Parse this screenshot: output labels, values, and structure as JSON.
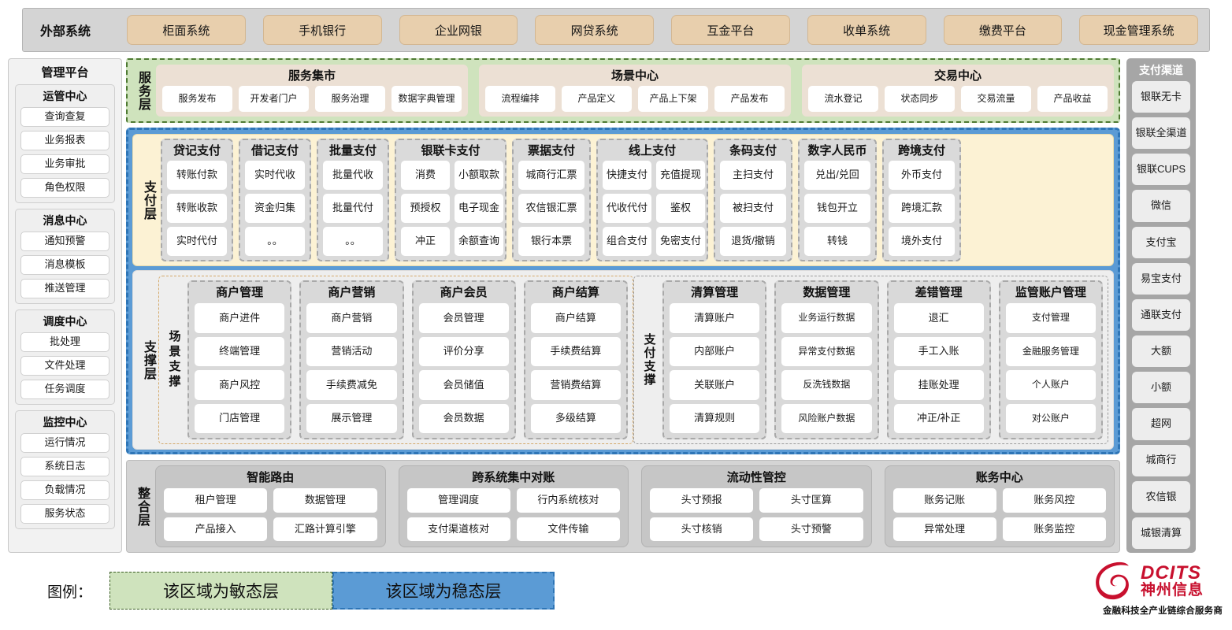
{
  "external_systems": {
    "title": "外部系统",
    "items": [
      "柜面系统",
      "手机银行",
      "企业网银",
      "网贷系统",
      "互金平台",
      "收单系统",
      "缴费平台",
      "现金管理系统"
    ]
  },
  "management_platform": {
    "title": "管理平台",
    "groups": [
      {
        "title": "运管中心",
        "items": [
          "查询查复",
          "业务报表",
          "业务审批",
          "角色权限"
        ]
      },
      {
        "title": "消息中心",
        "items": [
          "通知预警",
          "消息模板",
          "推送管理"
        ]
      },
      {
        "title": "调度中心",
        "items": [
          "批处理",
          "文件处理",
          "任务调度"
        ]
      },
      {
        "title": "监控中心",
        "items": [
          "运行情况",
          "系统日志",
          "负载情况",
          "服务状态"
        ]
      }
    ]
  },
  "service_layer": {
    "label": "服务层",
    "groups": [
      {
        "title": "服务集市",
        "items": [
          "服务发布",
          "开发者门户",
          "服务治理",
          "数据字典管理"
        ]
      },
      {
        "title": "场景中心",
        "items": [
          "流程编排",
          "产品定义",
          "产品上下架",
          "产品发布"
        ]
      },
      {
        "title": "交易中心",
        "items": [
          "流水登记",
          "状态同步",
          "交易流量",
          "产品收益"
        ]
      }
    ]
  },
  "payment_layer": {
    "label": "支付层",
    "groups": [
      {
        "title": "贷记支付",
        "cols": 1,
        "rows": [
          [
            "转账付款"
          ],
          [
            "转账收款"
          ],
          [
            "实时代付"
          ]
        ]
      },
      {
        "title": "借记支付",
        "cols": 1,
        "rows": [
          [
            "实时代收"
          ],
          [
            "资金归集"
          ],
          [
            "。。"
          ]
        ]
      },
      {
        "title": "批量支付",
        "cols": 1,
        "rows": [
          [
            "批量代收"
          ],
          [
            "批量代付"
          ],
          [
            "。。"
          ]
        ]
      },
      {
        "title": "银联卡支付",
        "cols": 2,
        "rows": [
          [
            "消费",
            "小额取款"
          ],
          [
            "预授权",
            "电子现金"
          ],
          [
            "冲正",
            "余额查询"
          ]
        ]
      },
      {
        "title": "票据支付",
        "cols": 1,
        "rows": [
          [
            "城商行汇票"
          ],
          [
            "农信银汇票"
          ],
          [
            "银行本票"
          ]
        ]
      },
      {
        "title": "线上支付",
        "cols": 2,
        "rows": [
          [
            "快捷支付",
            "充值提现"
          ],
          [
            "代收代付",
            "鉴权"
          ],
          [
            "组合支付",
            "免密支付"
          ]
        ]
      },
      {
        "title": "条码支付",
        "cols": 1,
        "rows": [
          [
            "主扫支付"
          ],
          [
            "被扫支付"
          ],
          [
            "退货/撤销"
          ]
        ]
      },
      {
        "title": "数字人民币",
        "cols": 1,
        "rows": [
          [
            "兑出/兑回"
          ],
          [
            "钱包开立"
          ],
          [
            "转钱"
          ]
        ]
      },
      {
        "title": "跨境支付",
        "cols": 1,
        "rows": [
          [
            "外币支付"
          ],
          [
            "跨境汇款"
          ],
          [
            "境外支付"
          ]
        ]
      }
    ]
  },
  "support_layer": {
    "label": "支撑层",
    "scene_label": "场景支撑",
    "pay_label": "支付支撑",
    "scene_columns": [
      {
        "title": "商户管理",
        "items": [
          "商户进件",
          "终端管理",
          "商户风控",
          "门店管理"
        ]
      },
      {
        "title": "商户营销",
        "items": [
          "商户营销",
          "营销活动",
          "手续费减免",
          "展示管理"
        ]
      },
      {
        "title": "商户会员",
        "items": [
          "会员管理",
          "评价分享",
          "会员储值",
          "会员数据"
        ]
      },
      {
        "title": "商户结算",
        "items": [
          "商户结算",
          "手续费结算",
          "营销费结算",
          "多级结算"
        ]
      }
    ],
    "pay_columns": [
      {
        "title": "清算管理",
        "items": [
          "清算账户",
          "内部账户",
          "关联账户",
          "清算规则"
        ]
      },
      {
        "title": "数据管理",
        "items": [
          "业务运行数据",
          "异常支付数据",
          "反洗钱数据",
          "风险账户数据"
        ]
      },
      {
        "title": "差错管理",
        "items": [
          "退汇",
          "手工入账",
          "挂账处理",
          "冲正/补正"
        ]
      },
      {
        "title": "监管账户管理",
        "items": [
          "支付管理",
          "金融服务管理",
          "个人账户",
          "对公账户"
        ]
      }
    ]
  },
  "integration_layer": {
    "label": "整合层",
    "groups": [
      {
        "title": "智能路由",
        "rows": [
          [
            "租户管理",
            "数据管理"
          ],
          [
            "产品接入",
            "汇路计算引擎"
          ]
        ]
      },
      {
        "title": "跨系统集中对账",
        "rows": [
          [
            "管理调度",
            "行内系统核对"
          ],
          [
            "支付渠道核对",
            "文件传输"
          ]
        ]
      },
      {
        "title": "流动性管控",
        "rows": [
          [
            "头寸预报",
            "头寸匡算"
          ],
          [
            "头寸核销",
            "头寸预警"
          ]
        ]
      },
      {
        "title": "账务中心",
        "rows": [
          [
            "账务记账",
            "账务风控"
          ],
          [
            "异常处理",
            "账务监控"
          ]
        ]
      }
    ]
  },
  "payment_channels": {
    "title": "支付渠道",
    "items": [
      "银联无卡",
      "银联全渠道",
      "银联CUPS",
      "微信",
      "支付宝",
      "易宝支付",
      "通联支付",
      "大额",
      "小额",
      "超网",
      "城商行",
      "农信银",
      "城银清算"
    ]
  },
  "legend": {
    "label": "图例：",
    "agile": "该区域为敏态层",
    "stable": "该区域为稳态层"
  },
  "logo": {
    "en": "DCITS",
    "cn": "神州信息",
    "tagline": "金融科技全产业链综合服务商"
  },
  "colors": {
    "agile_green": "#cfe3bd",
    "stable_blue": "#5b9bd5",
    "payment_cream": "#fcf2d4",
    "external_tan": "#e8cfad",
    "brand_red": "#c8102e"
  }
}
